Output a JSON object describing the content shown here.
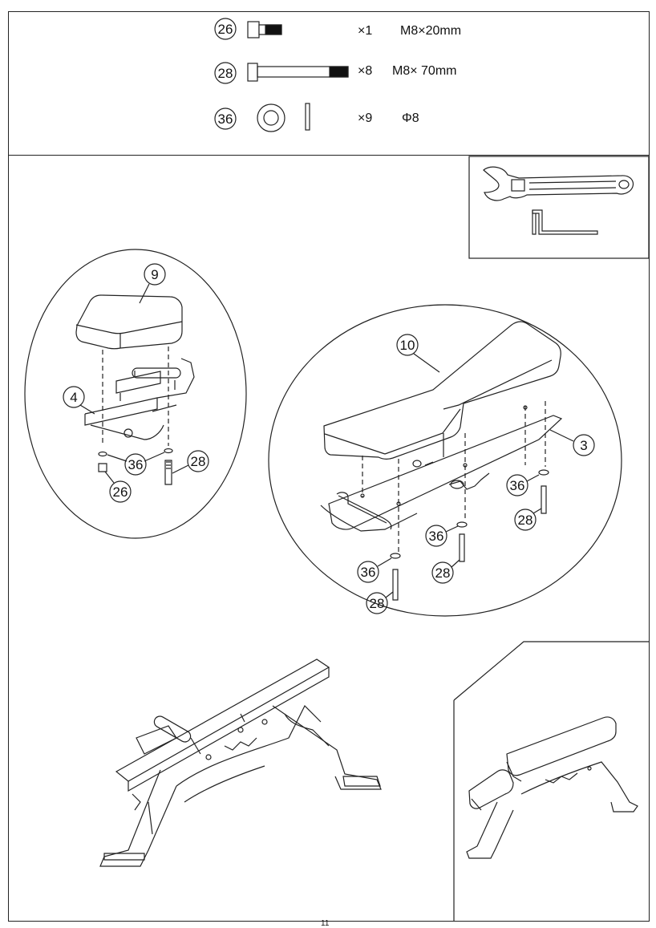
{
  "parts": [
    {
      "ref": "26",
      "qty": "×1",
      "spec": "M8×20mm"
    },
    {
      "ref": "28",
      "qty": "×8",
      "spec": "M8× 70mm"
    },
    {
      "ref": "36",
      "qty": "×9",
      "spec": "Φ8"
    }
  ],
  "callouts": {
    "seat_pad": "9",
    "seat_frame": "4",
    "back_pad": "10",
    "back_frame": "3",
    "washer": "36",
    "bolt_long": "28",
    "bolt_short": "26"
  },
  "page_number": "11",
  "tools": [
    "wrench-icon",
    "allen-key-icon"
  ]
}
